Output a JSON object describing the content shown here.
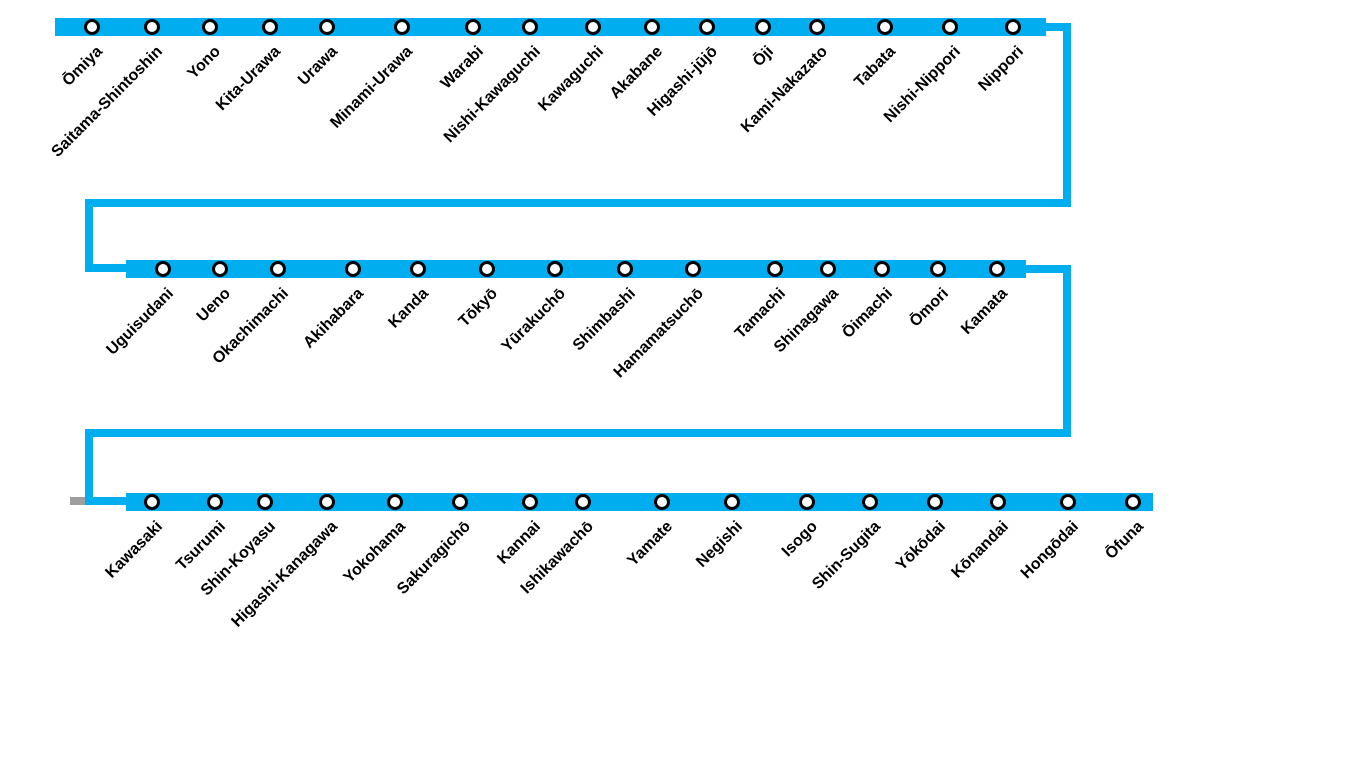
{
  "diagram": {
    "type": "transit-route-diagram",
    "line_color": "#00AEEF",
    "station_marker": {
      "fill_color": "#FFFFFF",
      "border_color": "#000000"
    },
    "label_color": "#000000",
    "rows": [
      {
        "stations": [
          "Ōmiya",
          "Saitama-Shintoshin",
          "Yono",
          "Kita-Urawa",
          "Urawa",
          "Minami-Urawa",
          "Warabi",
          "Nishi-Kawaguchi",
          "Kawaguchi",
          "Akabane",
          "Higashi-jūjō",
          "Ōji",
          "Kami-Nakazato",
          "Tabata",
          "Nishi-Nippori",
          "Nippori"
        ]
      },
      {
        "stations": [
          "Uguisudani",
          "Ueno",
          "Okachimachi",
          "Akihabara",
          "Kanda",
          "Tōkyō",
          "Yūrakuchō",
          "Shimbashi",
          "Hamamatsuchō",
          "Tamachi",
          "Shinagawa",
          "Ōimachi",
          "Ōmori",
          "Kamata"
        ]
      },
      {
        "stations": [
          "Kawasaki",
          "Tsurumi",
          "Shin-Koyasu",
          "Higashi-Kanagawa",
          "Yokohama",
          "Sakuragichō",
          "Kannai",
          "Ishikawachō",
          "Yamate",
          "Negishi",
          "Isogo",
          "Shin-Sugita",
          "Yōkōdai",
          "Kōnandai",
          "Hongōdai",
          "Ōfuna"
        ]
      }
    ]
  }
}
